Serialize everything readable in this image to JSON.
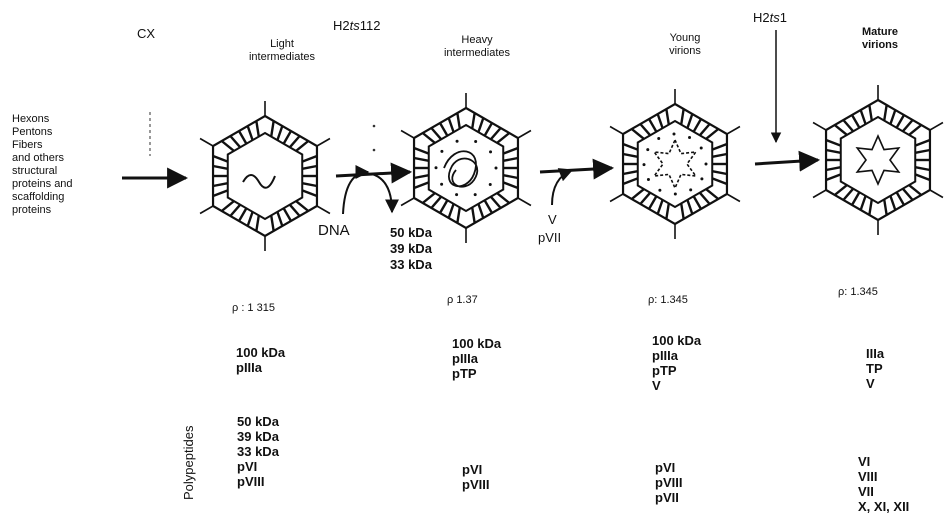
{
  "labels": {
    "cx": "CX",
    "h2ts112": "H2ts112",
    "h2ts1": "H2ts1",
    "precursors": [
      "Hexons",
      "Pentons",
      "Fibers",
      "and others",
      "structural",
      "proteins and",
      "scaffolding",
      "proteins"
    ],
    "dna": "DNA",
    "released": [
      "50 kDa",
      "39 kDa",
      "33 kDa"
    ],
    "v_added": "V",
    "pvii_added": "pVII",
    "polypeptides_axis": "Polypeptides"
  },
  "stages": [
    {
      "title": [
        "Light",
        "intermediates"
      ],
      "density": "ρ : 1 315",
      "upper": [
        "100 kDa",
        "pIIIa"
      ],
      "lower": [
        "50 kDa",
        "39 kDa",
        "33 kDa",
        "pVI",
        "pVIII"
      ]
    },
    {
      "title": [
        "Heavy",
        "intermediates"
      ],
      "density": "ρ  1.37",
      "upper": [
        "100 kDa",
        "pIIIa",
        "pTP"
      ],
      "lower": [
        "pVI",
        "pVIII"
      ]
    },
    {
      "title": [
        "Young",
        "virions"
      ],
      "density": "ρ: 1.345",
      "upper": [
        "100 kDa",
        "pIIIa",
        "pTP",
        "V"
      ],
      "lower": [
        "pVI",
        "pVIII",
        "pVII"
      ]
    },
    {
      "title": [
        "Mature",
        "virions"
      ],
      "density": "ρ: 1.345",
      "upper": [
        "IIIa",
        "TP",
        "V"
      ],
      "lower": [
        "VI",
        "VIII",
        "VII",
        "X, XI, XII"
      ]
    }
  ]
}
